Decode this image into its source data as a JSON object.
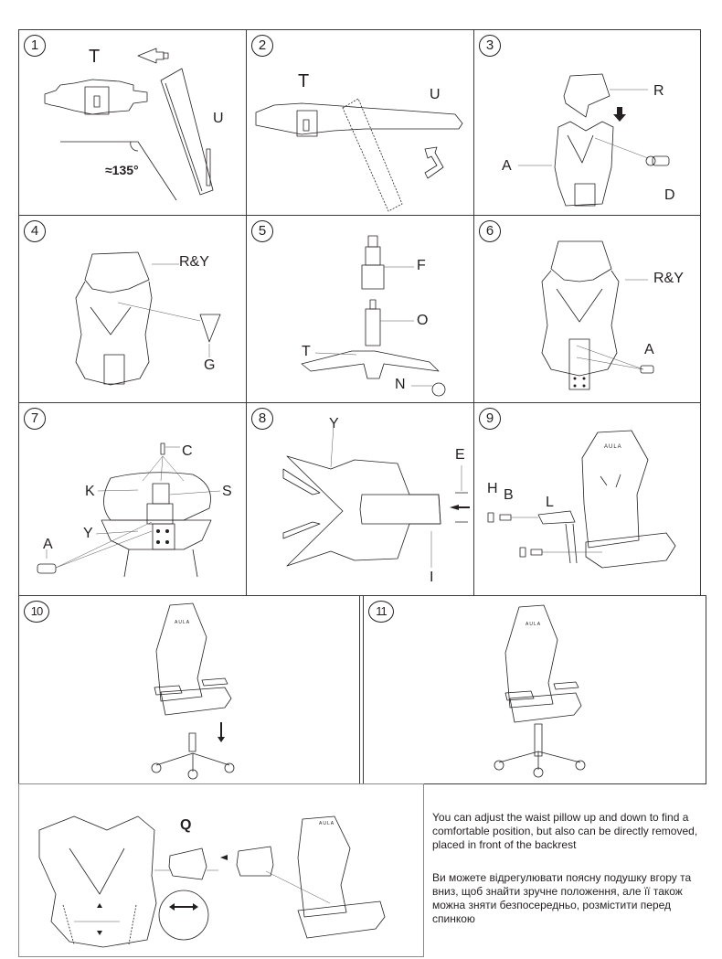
{
  "steps": [
    {
      "number": "1",
      "labels": {
        "t": "T",
        "u": "U",
        "angle": "≈135°"
      }
    },
    {
      "number": "2",
      "labels": {
        "t": "T",
        "u": "U"
      }
    },
    {
      "number": "3",
      "labels": {
        "r": "R",
        "a": "A",
        "d": "D"
      }
    },
    {
      "number": "4",
      "labels": {
        "ry": "R&Y",
        "g": "G"
      }
    },
    {
      "number": "5",
      "labels": {
        "f": "F",
        "o": "O",
        "t": "T",
        "n": "N"
      }
    },
    {
      "number": "6",
      "labels": {
        "ry": "R&Y",
        "a": "A"
      }
    },
    {
      "number": "7",
      "labels": {
        "c": "C",
        "k": "K",
        "s": "S",
        "y": "Y",
        "a": "A"
      }
    },
    {
      "number": "8",
      "labels": {
        "y": "Y",
        "e": "E",
        "i": "I"
      }
    },
    {
      "number": "9",
      "labels": {
        "h": "H",
        "b": "B",
        "l": "L",
        "brand": "AULA"
      }
    },
    {
      "number": "10",
      "labels": {
        "brand": "AULA"
      }
    },
    {
      "number": "11",
      "labels": {
        "brand": "AULA"
      }
    },
    {
      "number": "",
      "labels": {
        "q": "Q",
        "brand": "AULA"
      }
    }
  ],
  "notes": {
    "english": "You can adjust the waist pillow up and down to find a comfortable position, but also can be directly removed, placed in front of the backrest",
    "ukrainian": "Ви можете відрегулювати поясну подушку вгору та вниз, щоб знайти зручне положення, але її також можна зняти безпосередньо, розмістити перед спинкою"
  },
  "colors": {
    "line": "#231f20",
    "border": "#3a3a3a",
    "background": "#ffffff"
  }
}
